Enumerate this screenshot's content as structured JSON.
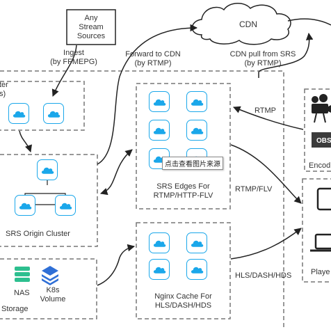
{
  "stream_sources": {
    "line1": "Any",
    "line2": "Stream",
    "line3": "Sources"
  },
  "cdn": {
    "label": "CDN"
  },
  "edges_labels": {
    "ingest_1": "Ingest",
    "ingest_2": "(by FFMEPG)",
    "forward_1": "Forward to CDN",
    "forward_2": "(by RTMP)",
    "pull_1": "CDN pull from SRS",
    "pull_2": "(by RTMP)",
    "rtmp": "RTMP",
    "rtmp_flv": "RTMP/FLV",
    "hls": "HLS/DASH/HDS"
  },
  "edge_cluster": {
    "partial_label_1": "ter",
    "partial_label_2": "s)"
  },
  "origin": {
    "label": "SRS Origin Cluster"
  },
  "srs_edges": {
    "label_1": "SRS Edges For",
    "label_2": "RTMP/HTTP-FLV"
  },
  "nginx": {
    "label_1": "Nginx Cache For",
    "label_2": "HLS/DASH/HDS"
  },
  "storage": {
    "label": "Storage",
    "nas": "NAS",
    "k8s_1": "K8s",
    "k8s_2": "Volume"
  },
  "encoder": {
    "label": "Encod",
    "obs": "OBS"
  },
  "player": {
    "label": "Playe"
  },
  "overlay": {
    "text": "点击查看图片来源"
  },
  "colors": {
    "accent": "#1aa7ea",
    "dash": "#777777",
    "line": "#222222",
    "nas": "#2dbf8f",
    "k8s": "#2f6fd6"
  }
}
